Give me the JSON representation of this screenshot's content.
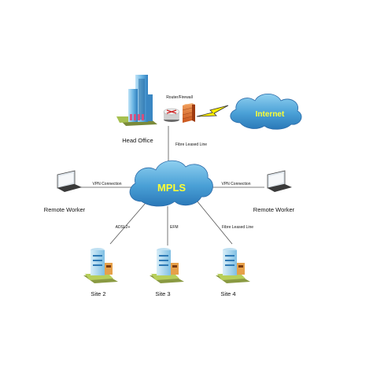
{
  "nodes": {
    "head_office": "Head Office",
    "router_firewall": "Router/Firewall",
    "internet": "Internet",
    "mpls": "MPLS",
    "remote_worker_left": "Remote Worker",
    "remote_worker_right": "Remote Worker",
    "site2": "Site 2",
    "site3": "Site 3",
    "site4": "Site 4"
  },
  "links": {
    "fibre_leased_line_top": "Fibre Leased Line",
    "vpn_left": "VPN Connection",
    "vpn_right": "VPN Connection",
    "adsl": "ADSL2+",
    "efm": "EFM",
    "fibre_leased_line_site4": "Fibre Leased Line"
  },
  "colors": {
    "cloud_fill": "#5aa9d8",
    "cloud_label": "#ffff33",
    "link_line": "#555555",
    "lightning": "#ffee00"
  }
}
